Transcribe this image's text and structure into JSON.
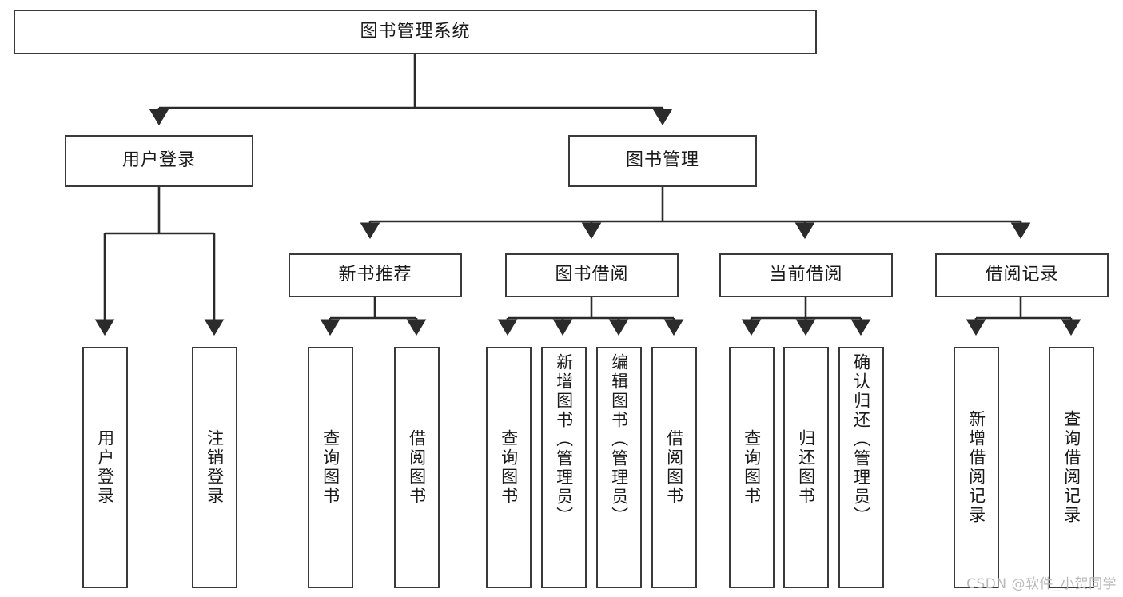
{
  "diagram": {
    "type": "tree-hierarchy",
    "title": "图书管理系统",
    "watermark": "CSDN @软件_小贺同学",
    "colors": {
      "box_border": "#3a3a3a",
      "box_fill": "#ffffff",
      "connector": "#2b2b2b",
      "text": "#1a1a1a",
      "watermark": "#b9b9b9"
    },
    "root": {
      "label": "图书管理系统"
    },
    "level2": [
      {
        "label": "用户登录"
      },
      {
        "label": "图书管理"
      }
    ],
    "level3": [
      {
        "label": "新书推荐"
      },
      {
        "label": "图书借阅"
      },
      {
        "label": "当前借阅"
      },
      {
        "label": "借阅记录"
      }
    ],
    "leaves": {
      "user_login": [
        {
          "label": "用户登录"
        },
        {
          "label": "注销登录"
        }
      ],
      "new_book_recommend": [
        {
          "label": "查询图书"
        },
        {
          "label": "借阅图书"
        }
      ],
      "book_borrow": [
        {
          "label": "查询图书"
        },
        {
          "label": "新增图书（管理员）"
        },
        {
          "label": "编辑图书（管理员）"
        },
        {
          "label": "借阅图书"
        }
      ],
      "current_borrow": [
        {
          "label": "查询图书"
        },
        {
          "label": "归还图书"
        },
        {
          "label": "确认归还（管理员）"
        }
      ],
      "borrow_record": [
        {
          "label": "新增借阅记录"
        },
        {
          "label": "查询借阅记录"
        }
      ]
    }
  }
}
